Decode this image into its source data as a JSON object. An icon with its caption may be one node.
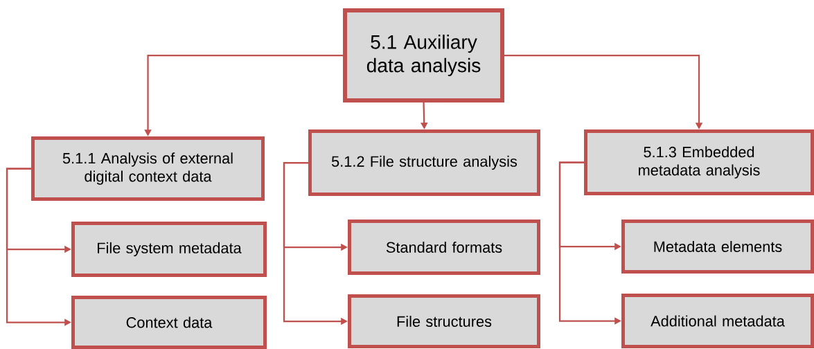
{
  "diagram": {
    "nodes": [
      {
        "text": [
          "5.1 Auxiliary data analysis"
        ]
      },
      {
        "text": [
          "5.1.1 Analysis of external digital context data"
        ]
      },
      {
        "text": [
          "5.1.2 File structure analysis"
        ]
      },
      {
        "text": [
          "5.1.3 Embedded metadata analysis"
        ]
      },
      {
        "text": [
          "File system metadata"
        ]
      },
      {
        "text": [
          "Context data"
        ]
      },
      {
        "text": [
          "Standard formats"
        ]
      },
      {
        "text": [
          "File structures"
        ]
      },
      {
        "text": [
          "Metadata elements"
        ]
      },
      {
        "text": [
          "Additional metadata"
        ]
      }
    ],
    "edges": [
      {
        "from": 0,
        "to": 1,
        "arrow": "to"
      },
      {
        "from": 0,
        "to": 2,
        "arrow": "to"
      },
      {
        "from": 0,
        "to": 3,
        "arrow": "to"
      },
      {
        "from": 1,
        "to": 4,
        "arrow": "to"
      },
      {
        "from": 1,
        "to": 5,
        "arrow": "to"
      },
      {
        "from": 2,
        "to": 6,
        "arrow": "to"
      },
      {
        "from": 2,
        "to": 7,
        "arrow": "to"
      },
      {
        "from": 3,
        "to": 8,
        "arrow": "to"
      },
      {
        "from": 3,
        "to": 9,
        "arrow": "to"
      }
    ]
  }
}
